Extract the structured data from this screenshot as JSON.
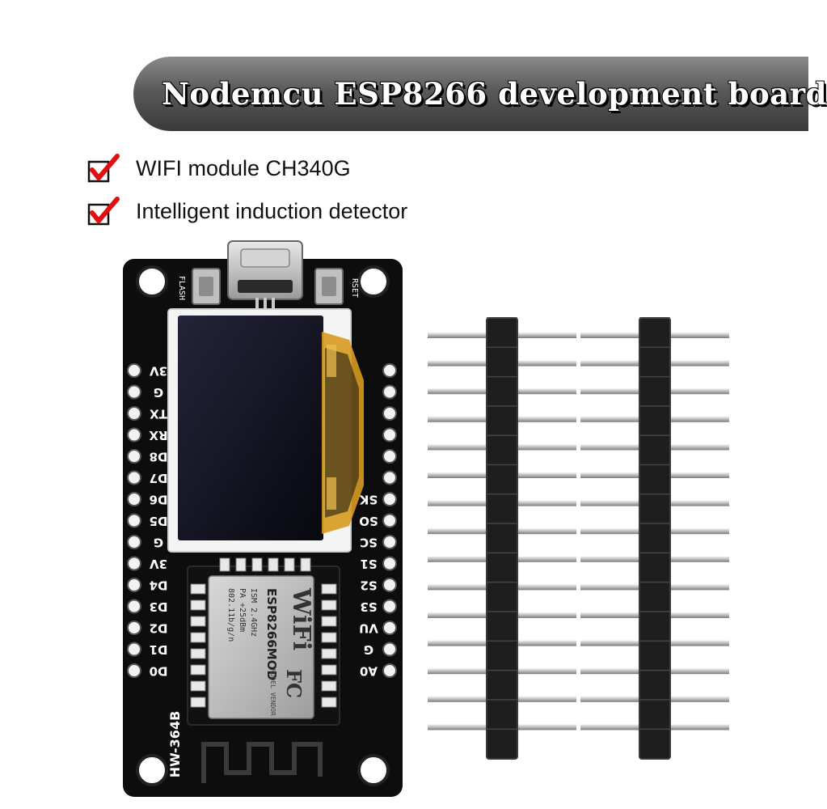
{
  "title": "Nodemcu ESP8266 development board",
  "features": [
    {
      "icon": "checkmark-icon",
      "text": "WIFI module CH340G"
    },
    {
      "icon": "checkmark-icon",
      "text": "Intelligent induction detector"
    }
  ],
  "board": {
    "button_flash": "FLASH",
    "button_reset": "RSET",
    "model_label": "HW-364B",
    "left_pins": [
      "3V",
      "G",
      "TX",
      "RX",
      "D8",
      "D7",
      "D6",
      "D5",
      "G",
      "3V",
      "D4",
      "D3",
      "D2",
      "D1",
      "D0"
    ],
    "right_pins": [
      "SK",
      "SO",
      "SC",
      "S1",
      "S2",
      "S3",
      "VU",
      "G",
      "A0"
    ],
    "module": {
      "wifi_logo": "WiFi",
      "name": "ESP8266MOD",
      "spec_lines": [
        "ISM 2.4GHz",
        "PA +25dBm",
        "802.11b/g/n"
      ],
      "fc_mark": "FC",
      "model_line": "MODEL VENDOR"
    }
  },
  "colors": {
    "check": "#e01010",
    "pcb": "#0d0d0d",
    "header_plastic": "#1e1e1e"
  }
}
